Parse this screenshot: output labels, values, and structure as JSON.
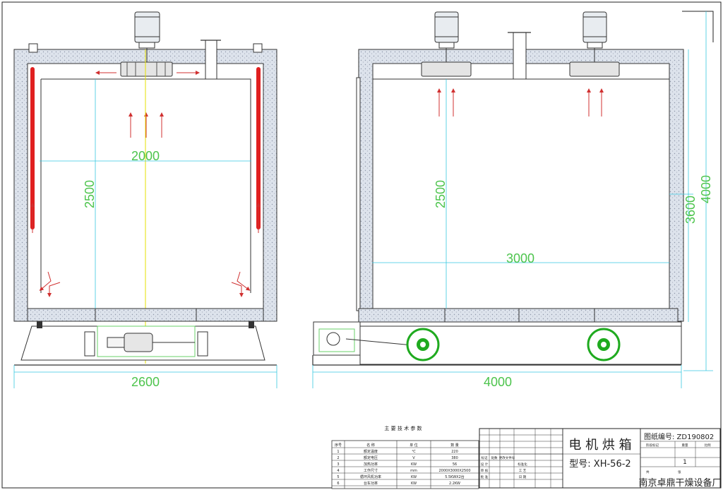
{
  "front_view": {
    "dims": {
      "inner_width": "2000",
      "inner_height": "2500",
      "overall_width": "2600"
    }
  },
  "side_view": {
    "dims": {
      "inner_length": "3000",
      "inner_height": "2500",
      "outer_height": "3600",
      "overall_height": "4000",
      "overall_length": "4000"
    }
  },
  "tech_params": {
    "title": "主 要 技 术 参 数",
    "headers": [
      "序号",
      "名  称",
      "单  位",
      "数  量"
    ],
    "rows": [
      [
        "1",
        "额定温度",
        "℃",
        "220"
      ],
      [
        "2",
        "额定电压",
        "V",
        "380"
      ],
      [
        "3",
        "加热功率",
        "KW",
        "56"
      ],
      [
        "4",
        "工作尺寸",
        "mm",
        "2000X3000X2500"
      ],
      [
        "5",
        "循环风机功率",
        "KW",
        "5.5KWX2台"
      ],
      [
        "6",
        "台车功率",
        "KW",
        "2.2KW"
      ]
    ]
  },
  "title_block": {
    "product_name": "电 机 烘 箱",
    "model": "型号: XH-56-2",
    "drawing_no": "图纸编号: ZD190802",
    "company": "南京卓鼎干燥设备厂",
    "sheet_value": "1",
    "labels": {
      "l1": "标记",
      "l2": "处数",
      "l3": "更改文件号",
      "l4": "设 计",
      "l5": "标准化",
      "l6": "审 核",
      "l7": "工 艺",
      "l8": "批 准",
      "l9": "日 期",
      "l10": "阶段标记",
      "l11": "重量",
      "l12": "比例",
      "l13": "共",
      "l14": "张"
    }
  },
  "colors": {
    "line": "#333333",
    "dimension": "#4cc44c",
    "dimension_line": "#38c8e0",
    "heater": "#e02020",
    "arrow": "#d03030",
    "center": "#e6e000",
    "insulation": "#cfd6e2",
    "wheel": "#1faa1f"
  }
}
